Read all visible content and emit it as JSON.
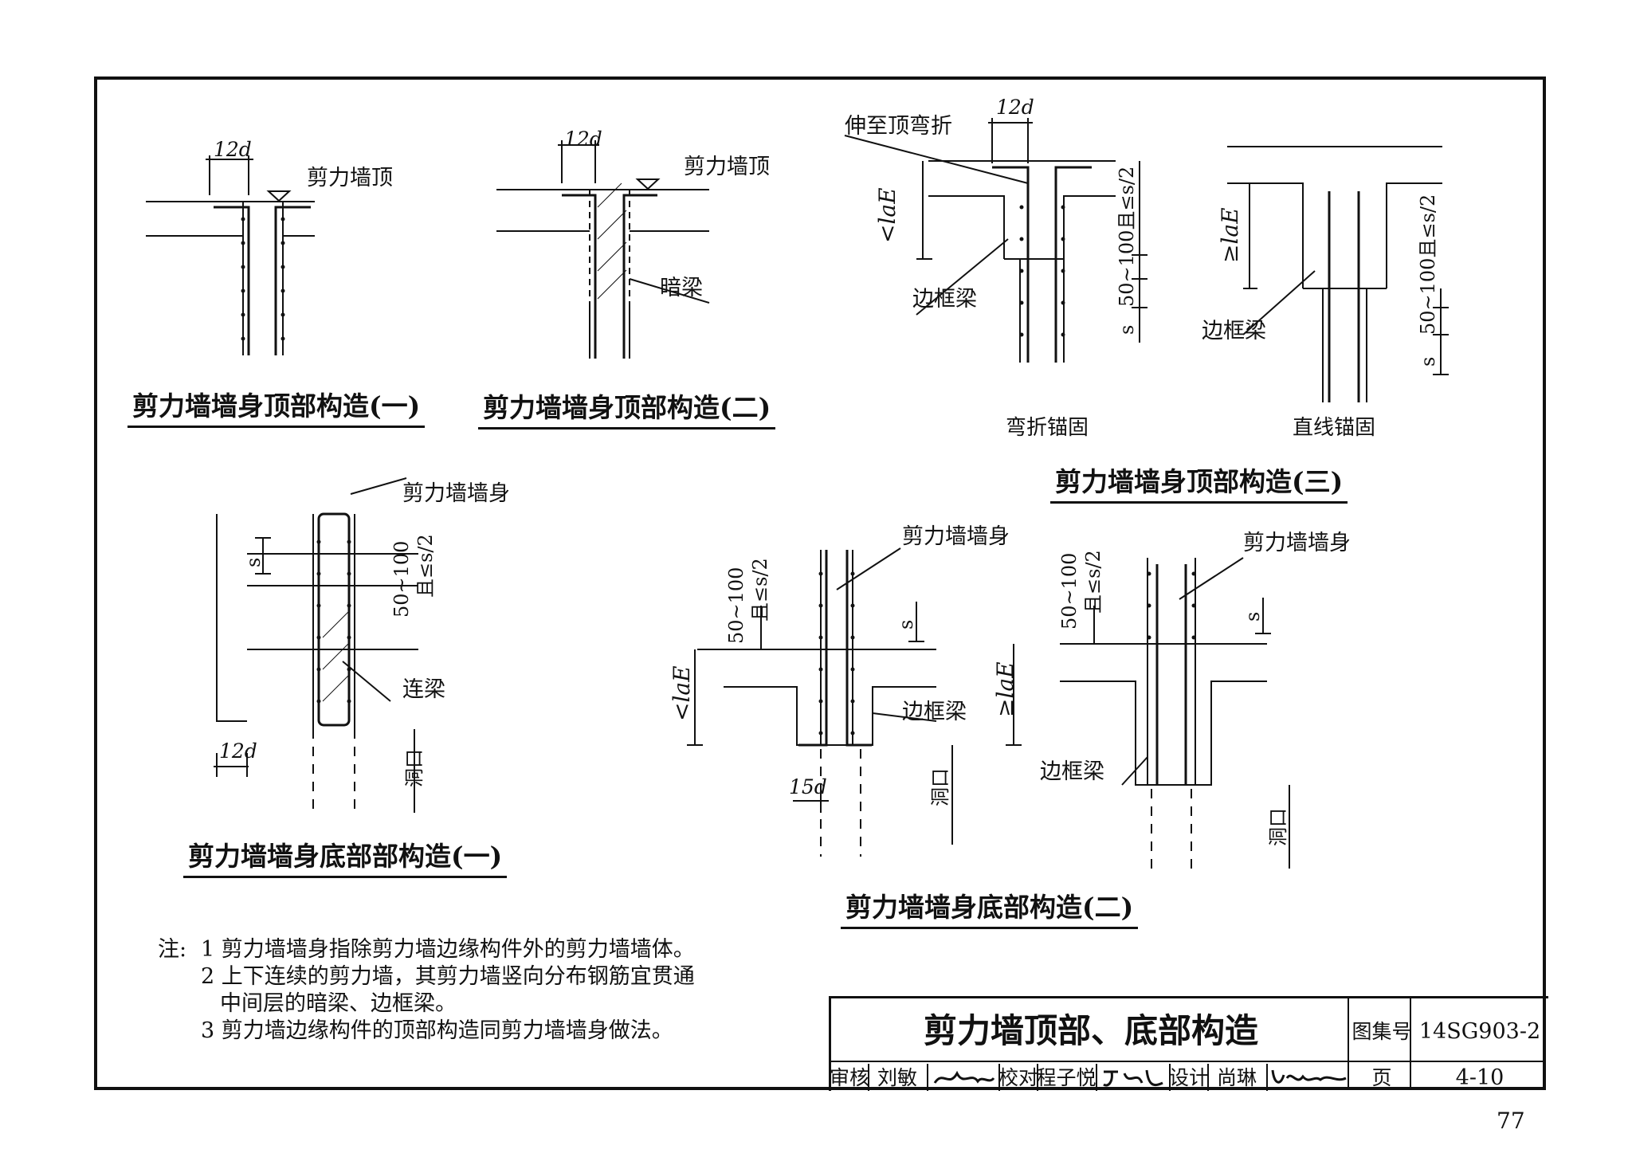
{
  "labels": {
    "d12": "12d",
    "d15": "15d",
    "wall_top": "剪力墙顶",
    "hidden_beam": "暗梁",
    "extend_bend": "伸至顶弯折",
    "frame_beam": "边框梁",
    "wall_body": "剪力墙墙身",
    "link_beam": "连梁",
    "opening": "洞口",
    "lae_lt": "<laE",
    "lae_ge": "≥laE",
    "spacing_50_100": "50~100且≤s/2",
    "spacing_50_100_a": "50~100",
    "spacing_qie": "且≤s/2",
    "s": "s",
    "bend_anchor": "弯折锚固",
    "straight_anchor": "直线锚固"
  },
  "captions": {
    "top1": "剪力墙墙身顶部构造(一)",
    "top2": "剪力墙墙身顶部构造(二)",
    "top3": "剪力墙墙身顶部构造(三)",
    "bottom1": "剪力墙墙身底部部构造(一)",
    "bottom2": "剪力墙墙身底部构造(二)"
  },
  "notes": {
    "prefix": "注:",
    "items": [
      "1 剪力墙墙身指除剪力墙边缘构件外的剪力墙墙体。",
      "2 上下连续的剪力墙，其剪力墙竖向分布钢筋宜贯通",
      "中间层的暗梁、边框梁。",
      "3 剪力墙边缘构件的顶部构造同剪力墙墙身做法。"
    ]
  },
  "title_block": {
    "title": "剪力墙顶部、底部构造",
    "atlas_label": "图集号",
    "atlas_no": "14SG903-2",
    "review_label": "审核",
    "reviewer": "刘敏",
    "check_label": "校对",
    "checker": "程子悦",
    "design_label": "设计",
    "designer": "尚琳",
    "page_label": "页",
    "page_ref": "4-10"
  },
  "page_number": "77"
}
